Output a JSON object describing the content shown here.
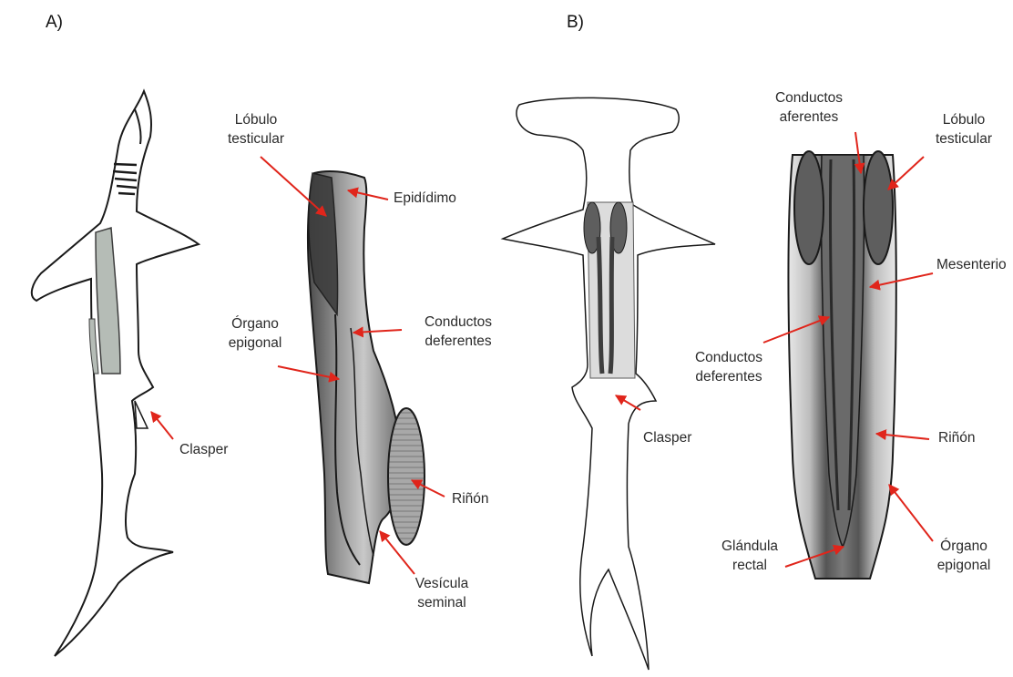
{
  "panels": {
    "a": {
      "letter": "A)",
      "labels": {
        "lobulo": "Lóbulo\ntesticular",
        "epididimo": "Epidídimo",
        "organo": "Órgano\nepigonal",
        "conductos": "Conductos\ndeferentes",
        "clasper": "Clasper",
        "rinon": "Riñón",
        "vesicula": "Vesícula\nseminal"
      }
    },
    "b": {
      "letter": "B)",
      "labels": {
        "aferentes": "Conductos\naferentes",
        "lobulo": "Lóbulo\ntesticular",
        "mesenterio": "Mesenterio",
        "deferentes": "Conductos\ndeferentes",
        "clasper": "Clasper",
        "rinon": "Riñón",
        "glandula": "Glándula\nrectal",
        "organo": "Órgano\nepigonal"
      }
    }
  },
  "colors": {
    "pointer": "#e0251b",
    "outline": "#1a1a1a",
    "organ_dark": "#3d3d3d",
    "organ_mid": "#8a8a8a",
    "organ_light": "#c9c9c9",
    "testis_fill": "#5e5e5e",
    "kidney_fill": "#a8a8a8"
  }
}
